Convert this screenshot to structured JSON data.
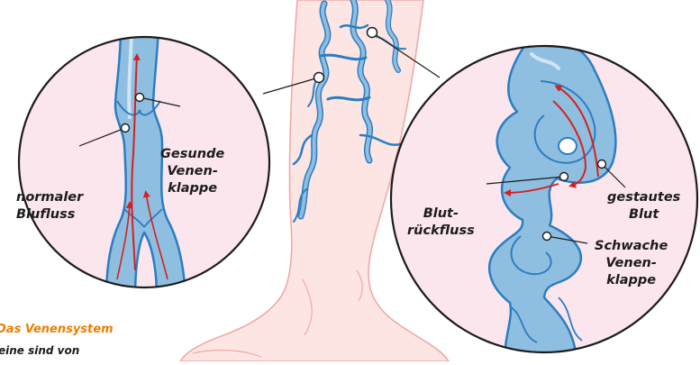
{
  "labels": {
    "healthy_valve": "Gesunde\nVenen-\nklappe",
    "normal_flow": "normaler\nBlufluss",
    "backflow": "Blut-\nrückfluss",
    "pooled_blood": "gestautes\nBlut",
    "weak_valve": "Schwache\nVenen-\nklappe"
  },
  "caption": {
    "title": "Das Venensystem",
    "text": "eine sind von"
  },
  "colors": {
    "skin": "#fde5e4",
    "skin_outline": "#f0a9a6",
    "vein": "#8fbfe0",
    "vein_outline": "#2b7dc2",
    "circle_bg": "#fce6ee",
    "flow_arrow": "#d6201f",
    "caption_title": "#ee7d00"
  }
}
